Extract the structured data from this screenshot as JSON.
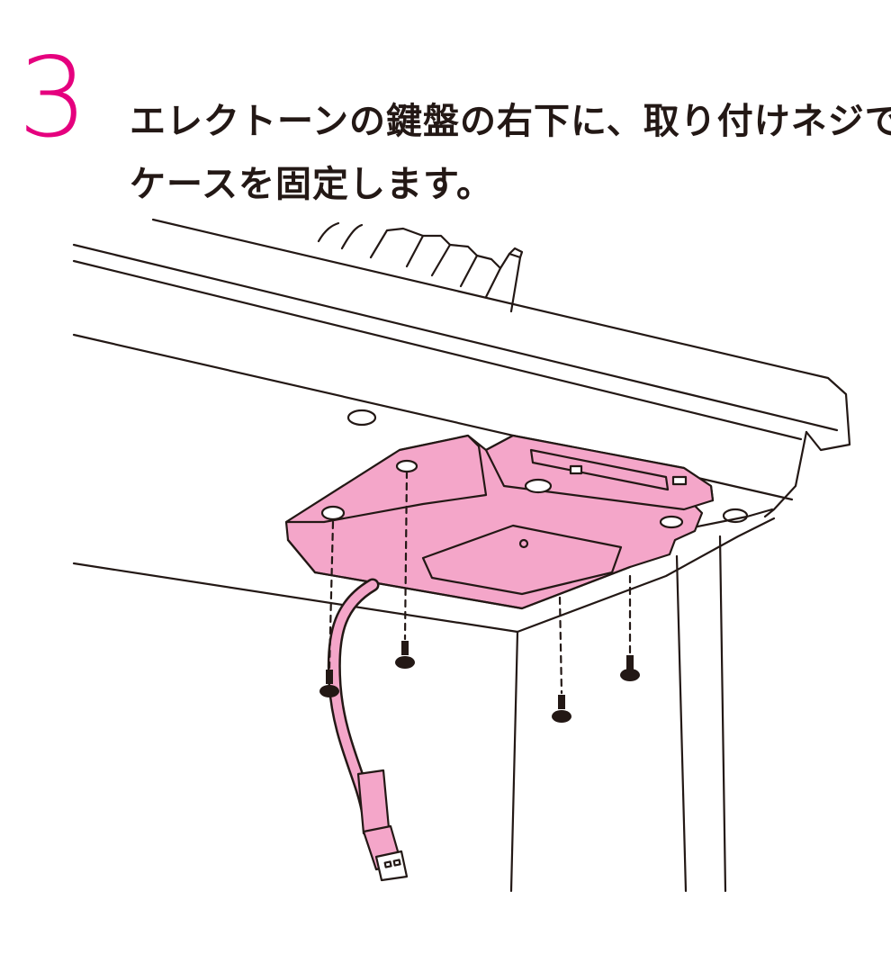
{
  "step": {
    "number": "3",
    "lines": [
      "エレクトーンの鍵盤の右下に、取り付けネジで",
      "ケースを固定します。"
    ]
  },
  "colors": {
    "accent": "#e5007e",
    "case_fill": "#f4a6c9",
    "line": "#231815",
    "background": "#ffffff"
  },
  "illustration": {
    "subject": "case mounted under right side of keyboard with four screws and USB cable",
    "screw_count": 4
  }
}
